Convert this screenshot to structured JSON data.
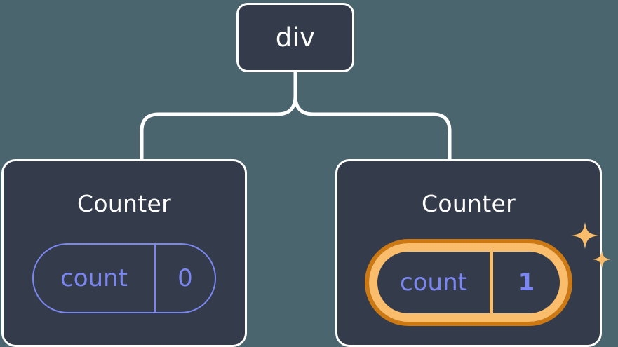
{
  "diagram": {
    "type": "component-tree",
    "background_color": "#4b656f",
    "node_fill_color": "#343c4c",
    "node_border_color": "#ffffff",
    "connector_color": "#ffffff",
    "state_color": "#7b86f0",
    "highlight_color": "#f9bd6b",
    "highlight_outline_color": "#cc7914",
    "root": {
      "label": "div"
    },
    "children": [
      {
        "label": "Counter",
        "state": {
          "key": "count",
          "value": "0"
        },
        "highlighted": false
      },
      {
        "label": "Counter",
        "state": {
          "key": "count",
          "value": "1"
        },
        "highlighted": true,
        "sparkle_icons": [
          "sparkle-large",
          "sparkle-small"
        ]
      }
    ]
  }
}
